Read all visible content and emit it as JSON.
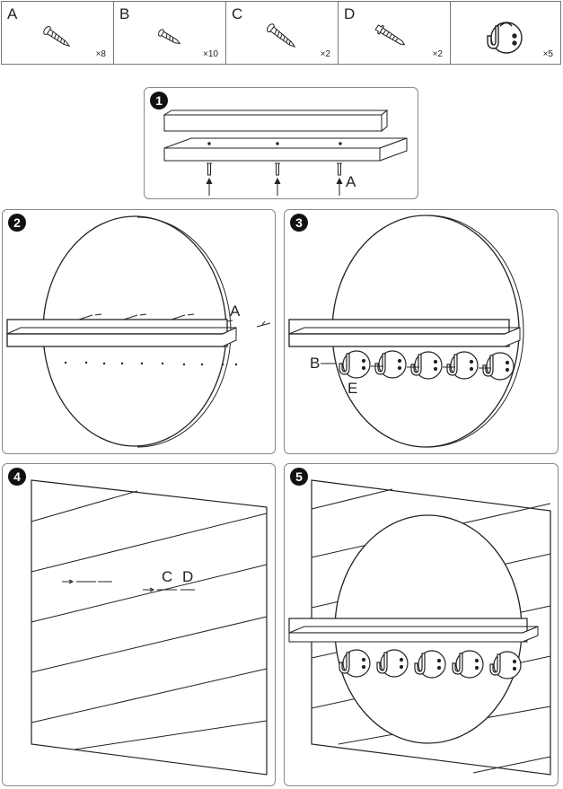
{
  "parts": [
    {
      "letter": "A",
      "qty": "×8",
      "icon": "screw-icon"
    },
    {
      "letter": "B",
      "qty": "×10",
      "icon": "screw-icon"
    },
    {
      "letter": "C",
      "qty": "×2",
      "icon": "screw-icon"
    },
    {
      "letter": "D",
      "qty": "×2",
      "icon": "wall-anchor-icon"
    },
    {
      "letter": "",
      "qty": "×5",
      "icon": "hook-icon"
    }
  ],
  "steps": [
    {
      "number": "1",
      "labels": [
        "A"
      ]
    },
    {
      "number": "2",
      "labels": [
        "A"
      ]
    },
    {
      "number": "3",
      "labels": [
        "B",
        "E"
      ]
    },
    {
      "number": "4",
      "labels": [
        "C",
        "D"
      ]
    },
    {
      "number": "5",
      "labels": []
    }
  ],
  "colors": {
    "line": "#222222",
    "border": "#888888",
    "badge": "#111111"
  }
}
